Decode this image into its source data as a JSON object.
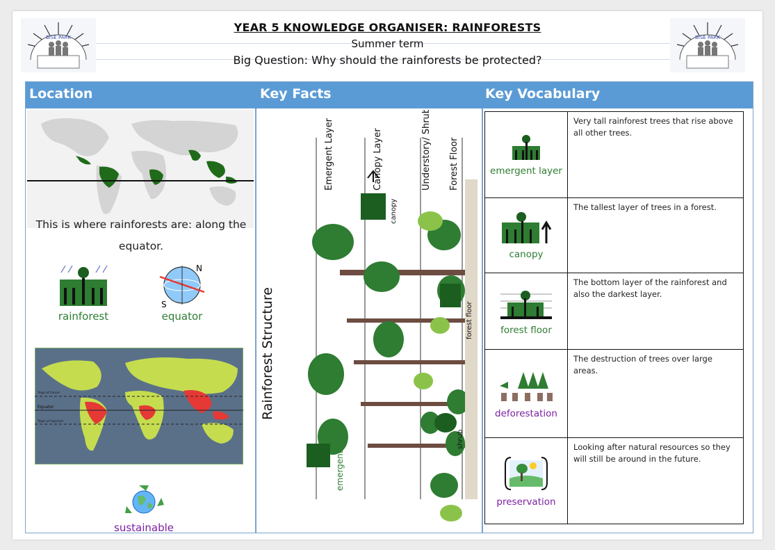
{
  "header": {
    "logo_text": "BISE PARK",
    "title": "YEAR 5 KNOWLEDGE ORGANISER: RAINFORESTS",
    "subtitle": "Summer term",
    "big_question": "Big Question: Why should the rainforests be protected?"
  },
  "columns": {
    "location": "Location",
    "key_facts": "Key Facts",
    "key_vocabulary": "Key Vocabulary"
  },
  "location": {
    "text_line1": "This is where rainforests are: along the",
    "text_line2": "equator.",
    "icons": [
      {
        "label": "rainforest",
        "icon": "rainforest-icon"
      },
      {
        "label": "equator",
        "icon": "globe-equator-icon"
      }
    ],
    "compass": {
      "north": "N",
      "south": "S"
    },
    "globe_map_labels": [
      "Tropic of Cancer",
      "Equator",
      "Tropic of Capricorn"
    ],
    "sustainable_label": "sustainable"
  },
  "key_facts": {
    "structure_title": "Rainforest Structure",
    "layer_headings": [
      "Emergent Layer",
      "Canopy Layer",
      "Understory/ Shrub Layer",
      "Forest Floor"
    ],
    "labels": [
      "canopy",
      "forest floor",
      "shrub",
      "emergent layer"
    ]
  },
  "vocabulary": [
    {
      "word": "emergent layer",
      "color": "green",
      "definition": "Very tall rainforest trees that rise above all other trees."
    },
    {
      "word": "canopy",
      "color": "green",
      "definition": "The tallest layer of trees in a forest."
    },
    {
      "word": "forest floor",
      "color": "green",
      "definition": "The bottom layer of the rainforest and also the darkest layer."
    },
    {
      "word": "deforestation",
      "color": "purple",
      "definition": "The destruction of trees over large areas."
    },
    {
      "word": "preservation",
      "color": "purple",
      "definition": "Looking after natural resources so they will still be around in the future."
    }
  ],
  "colors": {
    "header_bar": "#5b9bd5",
    "rainforest_green": "#1f6b1a",
    "map_red": "#e53935",
    "land_yellow": "#c5dc4f",
    "ocean": "#5a7089"
  }
}
